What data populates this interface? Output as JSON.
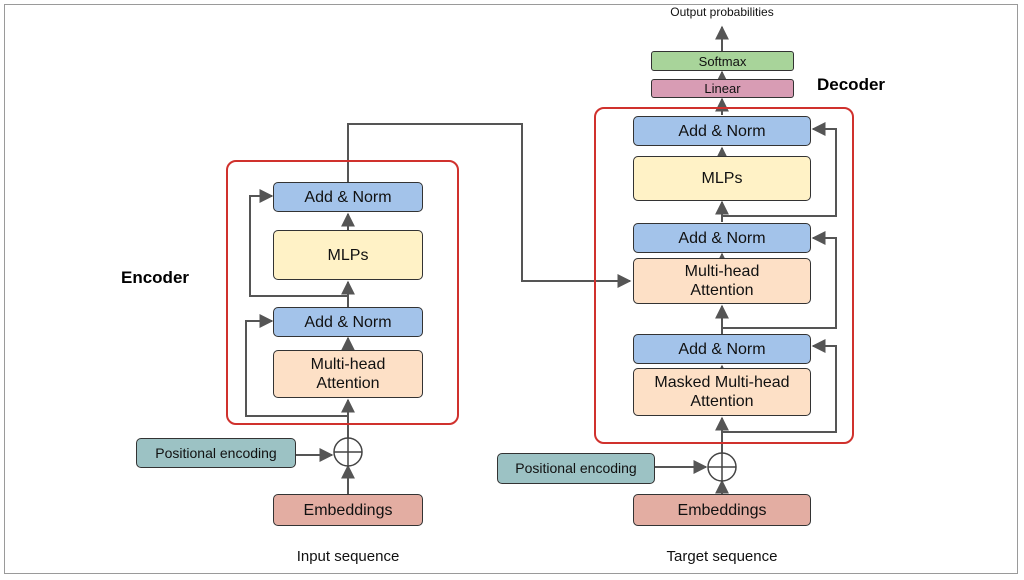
{
  "encoder": {
    "title": "Encoder",
    "add_norm_top": "Add & Norm",
    "mlps": "MLPs",
    "add_norm_bottom": "Add & Norm",
    "attention": "Multi-head Attention",
    "positional_encoding": "Positional encoding",
    "embeddings": "Embeddings",
    "input_label": "Input sequence"
  },
  "decoder": {
    "title": "Decoder",
    "output_label": "Output probabilities",
    "softmax": "Softmax",
    "linear": "Linear",
    "add_norm_top": "Add & Norm",
    "mlps": "MLPs",
    "add_norm_middle": "Add & Norm",
    "cross_attention": "Multi-head Attention",
    "add_norm_bottom": "Add & Norm",
    "masked_attention": "Masked Multi-head Attention",
    "positional_encoding": "Positional encoding",
    "embeddings": "Embeddings",
    "input_label": "Target sequence"
  },
  "colors": {
    "group_border": "#d0312d",
    "add_norm": "#a3c3ea",
    "mlps": "#fff2c6",
    "attention": "#fde0c6",
    "embeddings": "#e3ada2",
    "positional_encoding": "#9cc2c4",
    "softmax": "#a8d49a",
    "linear": "#d89cb4",
    "arrows": "#555555"
  }
}
